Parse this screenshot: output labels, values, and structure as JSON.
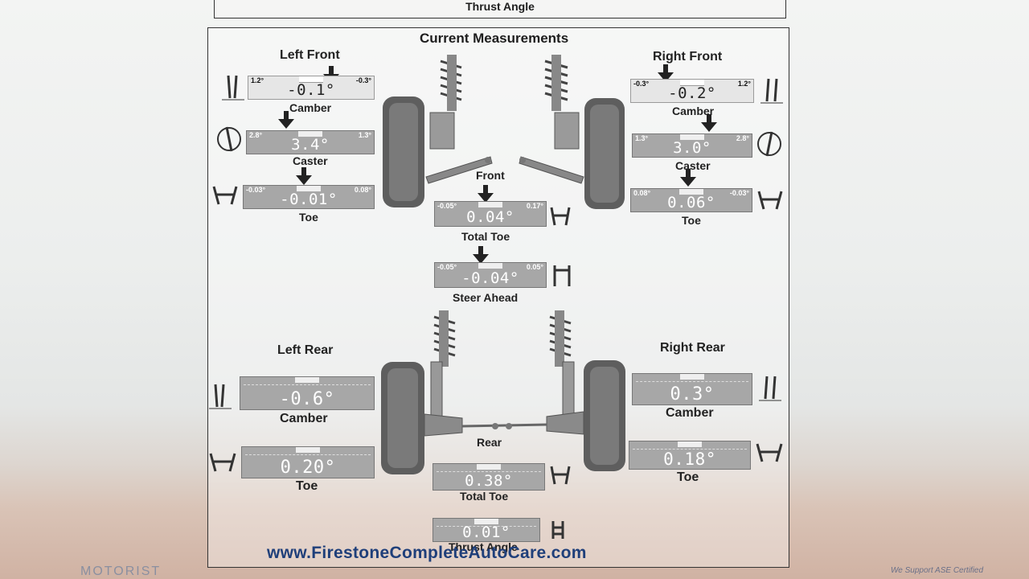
{
  "header": {
    "prev_label": "Thrust Angle",
    "title": "Current Measurements"
  },
  "front": {
    "left_label": "Left Front",
    "right_label": "Right Front",
    "axle_label": "Front",
    "left": {
      "camber": {
        "name": "Camber",
        "min": "1.2°",
        "max": "-0.3°",
        "value": "-0.1°"
      },
      "caster": {
        "name": "Caster",
        "min": "2.8°",
        "max": "1.3°",
        "value": "3.4°"
      },
      "toe": {
        "name": "Toe",
        "min": "-0.03°",
        "max": "0.08°",
        "value": "-0.01°"
      }
    },
    "right": {
      "camber": {
        "name": "Camber",
        "min": "-0.3°",
        "max": "1.2°",
        "value": "-0.2°"
      },
      "caster": {
        "name": "Caster",
        "min": "1.3°",
        "max": "2.8°",
        "value": "3.0°"
      },
      "toe": {
        "name": "Toe",
        "min": "0.08°",
        "max": "-0.03°",
        "value": "0.06°"
      }
    },
    "total_toe": {
      "name": "Total Toe",
      "min": "-0.05°",
      "max": "0.17°",
      "value": "0.04°"
    },
    "steer_ahead": {
      "name": "Steer Ahead",
      "min": "-0.05°",
      "max": "0.05°",
      "value": "-0.04°"
    }
  },
  "rear": {
    "left_label": "Left Rear",
    "right_label": "Right Rear",
    "axle_label": "Rear",
    "left": {
      "camber": {
        "name": "Camber",
        "value": "-0.6°"
      },
      "toe": {
        "name": "Toe",
        "value": "0.20°"
      }
    },
    "right": {
      "camber": {
        "name": "Camber",
        "value": "0.3°"
      },
      "toe": {
        "name": "Toe",
        "value": "0.18°"
      }
    },
    "total_toe": {
      "name": "Total Toe",
      "value": "0.38°"
    },
    "thrust_angle": {
      "name": "Thrust Angle",
      "value": "0.01°"
    }
  },
  "footer": {
    "url": "www.FirestoneCompleteAutoCare.com",
    "left_brand": "MOTORIST",
    "right_badge": "We Support ASE Certified"
  },
  "colors": {
    "meter_dark": "#a7a7a7",
    "meter_light": "#e6e6e6",
    "url_blue": "#1f3f7a"
  }
}
